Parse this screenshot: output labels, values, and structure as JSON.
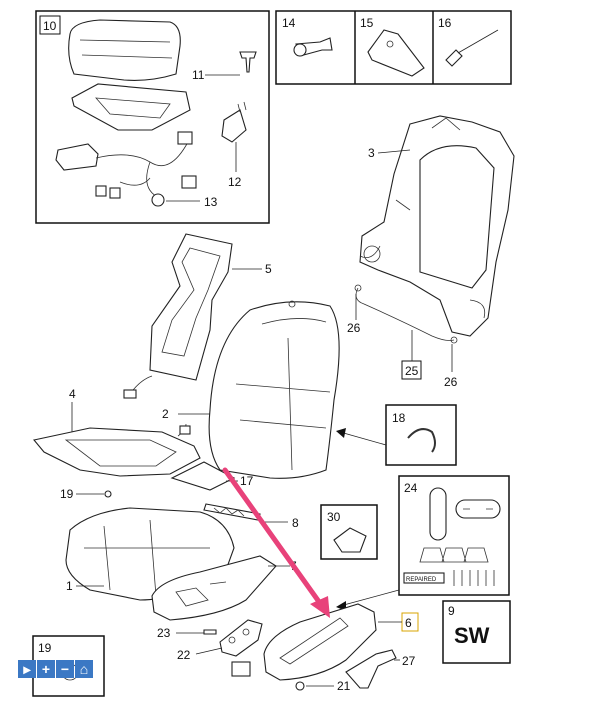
{
  "labels": {
    "n1": "1",
    "n2": "2",
    "n3": "3",
    "n4": "4",
    "n5": "5",
    "n6": "6",
    "n7": "7",
    "n8": "8",
    "n9": "9",
    "n10": "10",
    "n11": "11",
    "n12": "12",
    "n13": "13",
    "n14": "14",
    "n15": "15",
    "n16": "16",
    "n17": "17",
    "n18": "18",
    "n19a": "19",
    "n19b": "19",
    "n21": "21",
    "n22": "22",
    "n23": "23",
    "n24": "24",
    "n25": "25",
    "n26a": "26",
    "n26b": "26",
    "n27": "27",
    "n30": "30"
  },
  "sw_text": "SW",
  "repaired_text": "REPAIRED",
  "zoom_controls": [
    "▸",
    "+",
    "−",
    "⌂"
  ],
  "colors": {
    "arrow": "#e8427a",
    "zoom_button": "#3b78c4",
    "highlight_box": "#d9a400"
  }
}
